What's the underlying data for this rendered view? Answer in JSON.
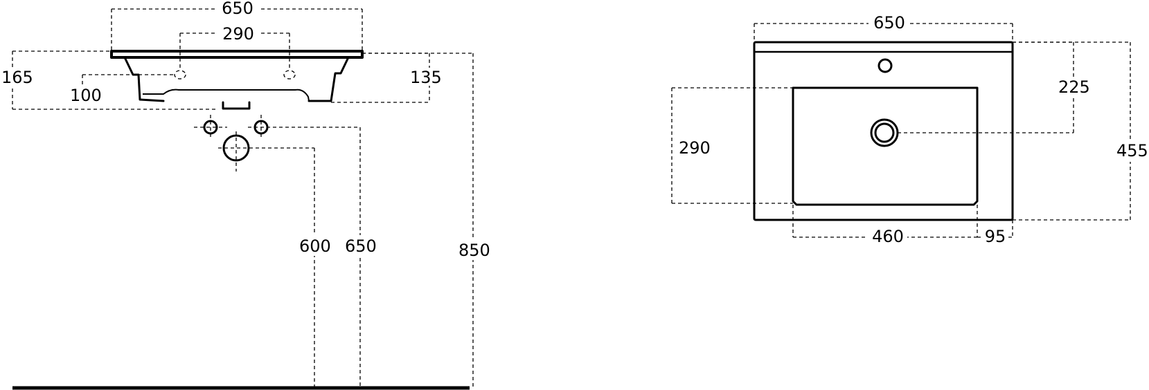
{
  "side_view": {
    "overall_width": "650",
    "tap_spacing": "290",
    "height_left": "165",
    "tap_offset": "100",
    "height_right": "135",
    "drain_height": "600",
    "supply_height": "650",
    "rim_height": "850"
  },
  "top_view": {
    "overall_width": "650",
    "tap_to_drain": "225",
    "bowl_depth": "290",
    "overall_depth": "455",
    "bowl_width": "460",
    "side_margin": "95"
  }
}
